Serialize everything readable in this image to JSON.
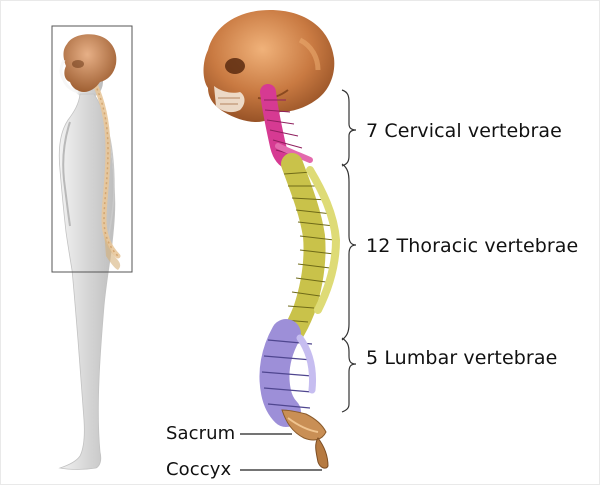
{
  "labels": {
    "cervical": "7 Cervical vertebrae",
    "thoracic": "12 Thoracic vertebrae",
    "lumbar": "5 Lumbar vertebrae",
    "sacrum": "Sacrum",
    "coccyx": "Coccyx"
  },
  "colors": {
    "cervical": "#d63a92",
    "thoracic": "#c9c24a",
    "lumbar": "#9d8fd8",
    "sacrum": "#c98f55",
    "skull": "#c8804a",
    "body": "#d7d7d7"
  }
}
